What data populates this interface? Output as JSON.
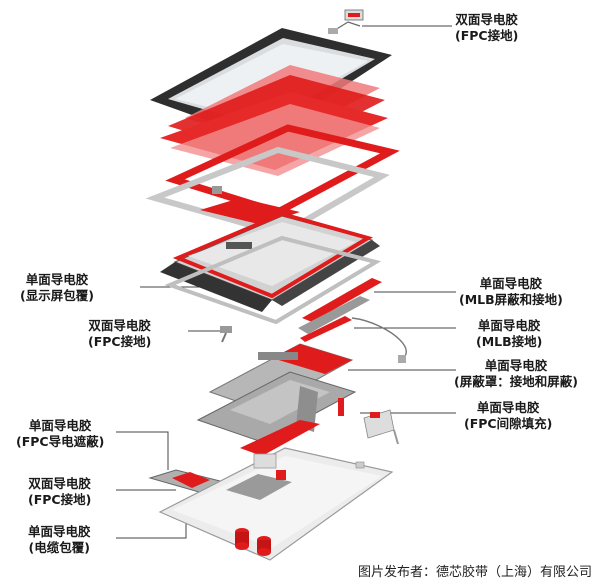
{
  "labels": {
    "fpc_ground_top": {
      "line1": "双面导电胶",
      "line2": "(FPC接地)"
    },
    "display_wrap": {
      "line1": "单面导电胶",
      "line2": "(显示屏包覆)"
    },
    "fpc_ground_mid": {
      "line1": "双面导电胶",
      "line2": "(FPC接地)"
    },
    "mlb_shield_ground": {
      "line1": "单面导电胶",
      "line2": "(MLB屏蔽和接地)"
    },
    "mlb_ground": {
      "line1": "单面导电胶",
      "line2": "(MLB接地)"
    },
    "shield_cover": {
      "line1": "单面导电胶",
      "line2": "(屏蔽罩：接地和屏蔽)"
    },
    "fpc_gap_fill": {
      "line1": "单面导电胶",
      "line2": "(FPC间隙填充)"
    },
    "fpc_conductive_shield": {
      "line1": "单面导电胶",
      "line2": "(FPC导电遮蔽)"
    },
    "fpc_ground_bottom": {
      "line1": "双面导电胶",
      "line2": "(FPC接地)"
    },
    "cable_wrap": {
      "line1": "单面导电胶",
      "line2": "(电缆包覆)"
    }
  },
  "credit": "图片发布者：德芯胶带（上海）有限公司",
  "colors": {
    "accent_red": "#e01b1b",
    "frame_dark": "#2e2e2e",
    "metal_gray": "#b7b7b7"
  }
}
